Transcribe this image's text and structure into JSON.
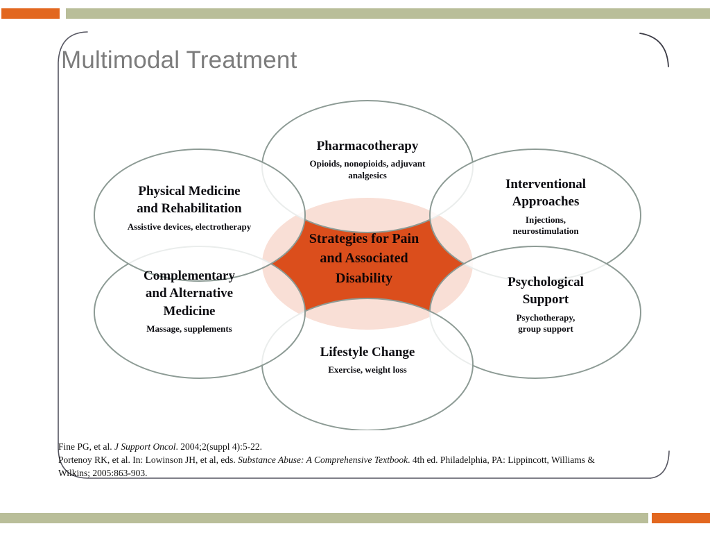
{
  "slide": {
    "title": "Multimodal Treatment",
    "accent_orange": "#E2671F",
    "accent_sage": "#B9BE99",
    "center_fill": "#DB4E1C",
    "petal_stroke": "#8D9B95"
  },
  "diagram": {
    "type": "petal-venn",
    "center": {
      "label": "Strategies for Pain and Associated Disability",
      "line1": "Strategies for Pain",
      "line2": "and Associated",
      "line3": "Disability"
    },
    "petals": [
      {
        "id": "pharmacotherapy",
        "title": "Pharmacotherapy",
        "title_line1": "Pharmacotherapy",
        "subtitle": "Opioids, nonopioids, adjuvant analgesics",
        "sub_line1": "Opioids, nonopioids, adjuvant",
        "sub_line2": "analgesics"
      },
      {
        "id": "interventional",
        "title": "Interventional Approaches",
        "title_line1": "Interventional",
        "title_line2": "Approaches",
        "subtitle": "Injections, neurostimulation",
        "sub_line1": "Injections,",
        "sub_line2": "neurostimulation"
      },
      {
        "id": "psychological",
        "title": "Psychological Support",
        "title_line1": "Psychological",
        "title_line2": "Support",
        "subtitle": "Psychotherapy, group support",
        "sub_line1": "Psychotherapy,",
        "sub_line2": "group support"
      },
      {
        "id": "lifestyle",
        "title": "Lifestyle Change",
        "title_line1": "Lifestyle Change",
        "subtitle": "Exercise, weight loss",
        "sub_line1": "Exercise, weight loss"
      },
      {
        "id": "complementary",
        "title": "Complementary and Alternative Medicine",
        "title_line1": "Complementary",
        "title_line2": "and Alternative",
        "title_line3": "Medicine",
        "subtitle": "Massage, supplements",
        "sub_line1": "Massage, supplements"
      },
      {
        "id": "physical",
        "title": "Physical Medicine and Rehabilitation",
        "title_line1": "Physical Medicine",
        "title_line2": "and Rehabilitation",
        "subtitle": "Assistive devices, electrotherapy",
        "sub_line1": "Assistive devices, electrotherapy"
      }
    ]
  },
  "citations": {
    "line1_a": "Fine PG, et al. ",
    "line1_italic": "J Support Oncol",
    "line1_b": ". 2004;2(suppl 4):5-22.",
    "line2_a": "Portenoy RK, et al. In: Lowinson JH, et al, eds. ",
    "line2_italic": "Substance Abuse: A Comprehensive Textbook",
    "line2_b": ". 4th ed. Philadelphia, PA: Lippincott, Williams &",
    "line3": "Wilkins; 2005:863-903."
  }
}
